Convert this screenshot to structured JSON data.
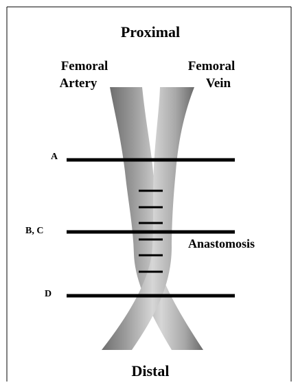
{
  "title_top": "Proximal",
  "title_bottom": "Distal",
  "vessels": {
    "artery": [
      "Femoral",
      "Artery"
    ],
    "vein": [
      "Femoral",
      "Vein"
    ]
  },
  "section_lines": [
    {
      "label": "A"
    },
    {
      "label": "B, C"
    },
    {
      "label": "D"
    }
  ],
  "anastomosis_label": "Anastomosis",
  "suture_count": 6,
  "colors": {
    "line": "#000000",
    "vessel_dark": "#6e6e6e",
    "vessel_mid": "#9a9a9a",
    "vessel_light": "#d2d2d2"
  }
}
